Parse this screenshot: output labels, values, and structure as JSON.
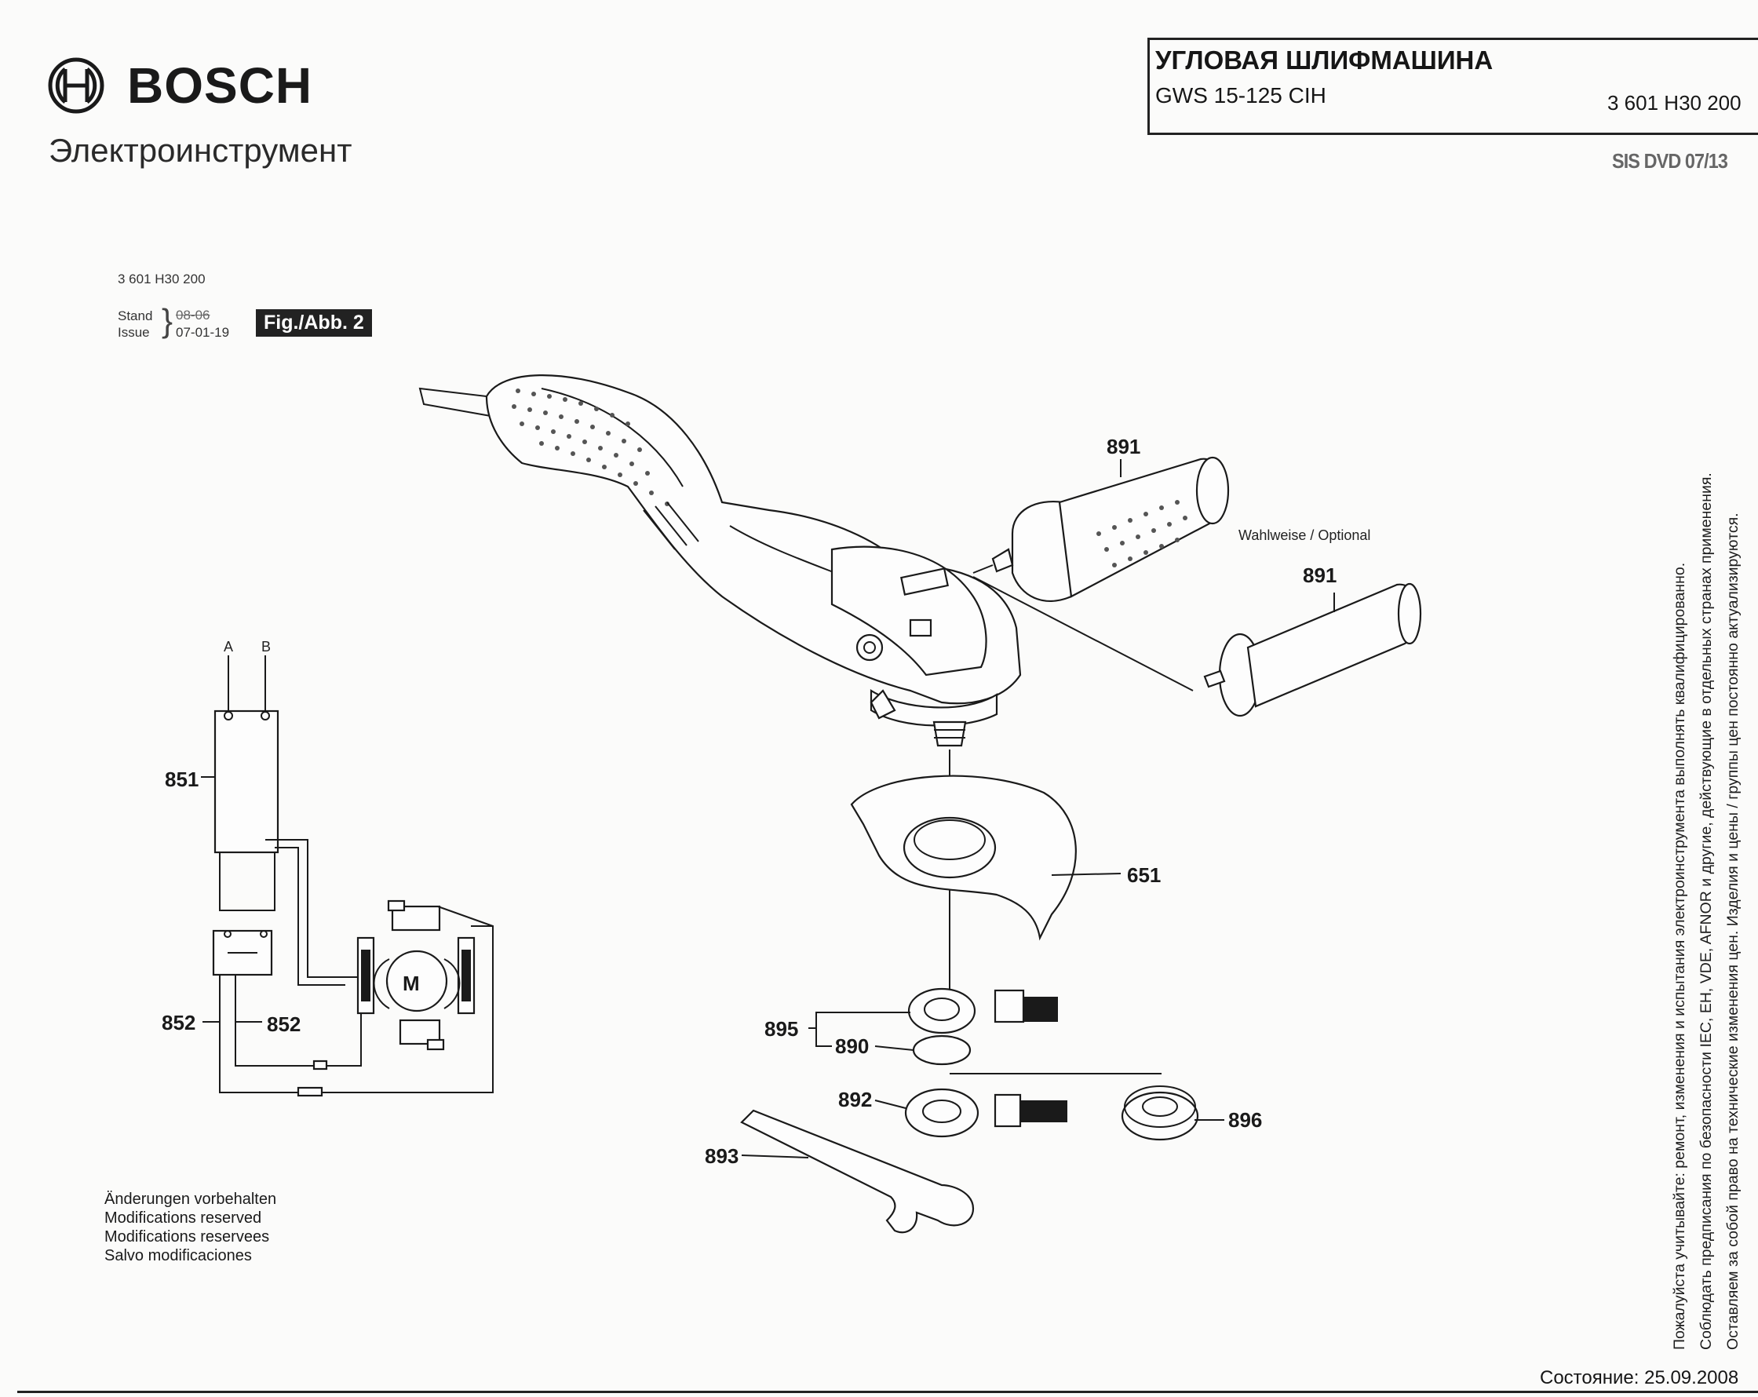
{
  "header": {
    "brand": "BOSCH",
    "subtitle": "Электроинструмент",
    "title": "УГЛОВАЯ ШЛИФМАШИНА",
    "model": "GWS 15-125 CIH",
    "part_number": "3 601 H30 200",
    "sis": "SIS DVD 07/13"
  },
  "meta": {
    "number": "3 601 H30 200",
    "stand_label": "Stand",
    "issue_label": "Issue",
    "stand_date": "08-06",
    "issue_date": "07-01-19",
    "figure": "Fig./Abb. 2"
  },
  "labels": {
    "p891a": "891",
    "optional": "Wahlweise / Optional",
    "p891b": "891",
    "p651": "651",
    "p895": "895",
    "p890": "890",
    "p892": "892",
    "p896": "896",
    "p893": "893",
    "p851": "851",
    "p852a": "852",
    "p852b": "852",
    "term_a": "A",
    "term_b": "B",
    "motor": "M"
  },
  "modifications": {
    "line1": "Änderungen vorbehalten",
    "line2": "Modifications reserved",
    "line3": "Modifications reservees",
    "line4": "Salvo modificaciones"
  },
  "side_note": {
    "line1": "Пожалуйста учитывайте: ремонт, изменения и испытания электроинструмента выполнять квалифицированно.",
    "line2": "Соблюдать предписания по безопасности IEC, EH, VDE, AFNOR и другие, действующие в отдельных странах применения.",
    "line3": "Оставляем за собой право на технические изменения цен. Изделия и цены / группы цен постоянно актуализируются."
  },
  "footer": {
    "status": "Состояние: 25.09.2008"
  }
}
